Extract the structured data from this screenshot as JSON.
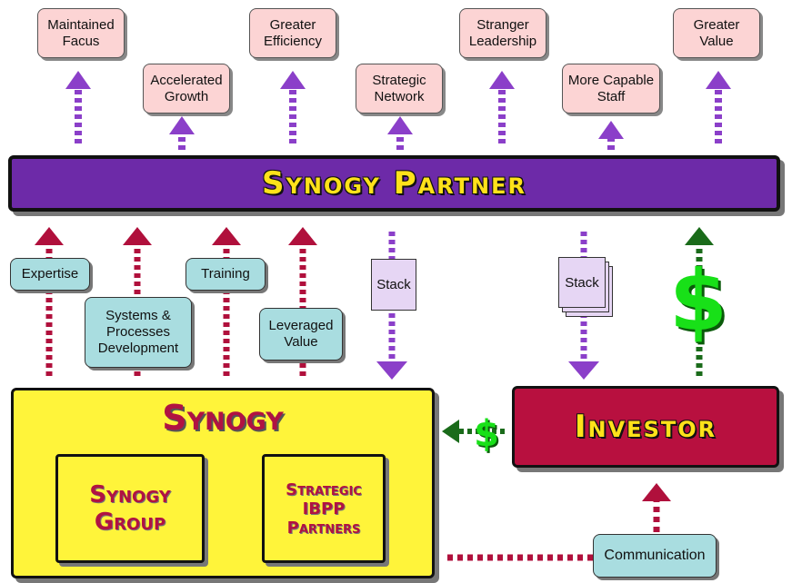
{
  "outcomes": [
    "Maintained Facus",
    "Accelerated Growth",
    "Greater Efficiency",
    "Strategic Network",
    "Stranger Leadership",
    "More Capable Staff",
    "Greater Value"
  ],
  "banner": "Synogy Partner",
  "contributions": [
    "Expertise",
    "Systems & Processes Development",
    "Training",
    "Leveraged Value"
  ],
  "stacks": [
    "Stack",
    "Stack"
  ],
  "synogy": {
    "title": "Synogy",
    "group": "Synogy Group",
    "partners": "Strategic IBPP Partners"
  },
  "investor": "Investor",
  "communication": "Communication",
  "dollar": "$",
  "colors": {
    "purple_band": "#6d2aa8",
    "dotted_purple": "#8b3fc9",
    "dotted_red": "#b0103c",
    "dotted_green": "#1a6b1a",
    "dollar_green": "#18e018",
    "gold_text": "#ffe21a",
    "synogy_yellow": "#fff43a",
    "investor_red": "#b8103f",
    "outcome_pink": "#fcd4d4",
    "contrib_teal": "#a9dde0"
  }
}
